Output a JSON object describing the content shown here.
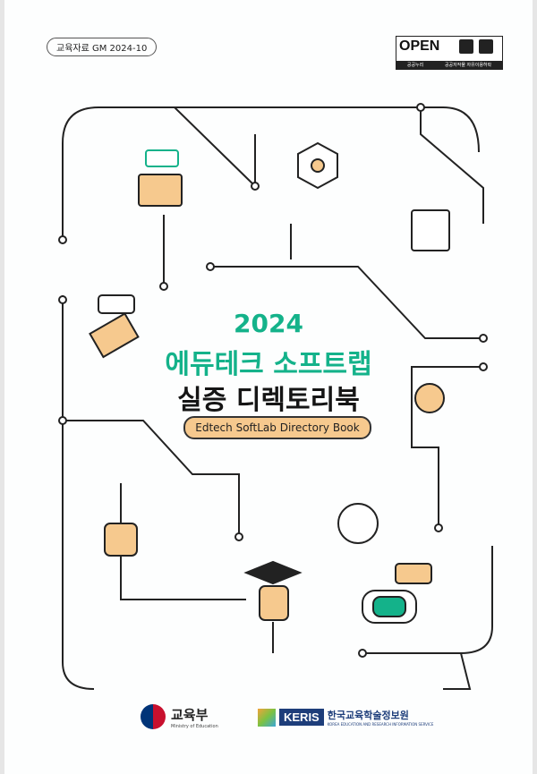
{
  "doc_code": "교육자료 GM 2024-10",
  "license": {
    "logo": "OPEN",
    "label_left": "공공누리",
    "label_right": "공공저작물 자유이용허락"
  },
  "title": {
    "year": "2024",
    "line1": "에듀테크 소프트랩",
    "line2": "실증 디렉토리북",
    "english": "Edtech SoftLab Directory Book"
  },
  "footer": {
    "moe_name": "교육부",
    "moe_english": "Ministry of Education",
    "keris_abbr": "KERIS",
    "keris_name": "한국교육학술정보원",
    "keris_english": "KOREA EDUCATION AND RESEARCH INFORMATION SERVICE"
  },
  "colors": {
    "accent": "#14b28a",
    "pill": "#f6c98e"
  }
}
